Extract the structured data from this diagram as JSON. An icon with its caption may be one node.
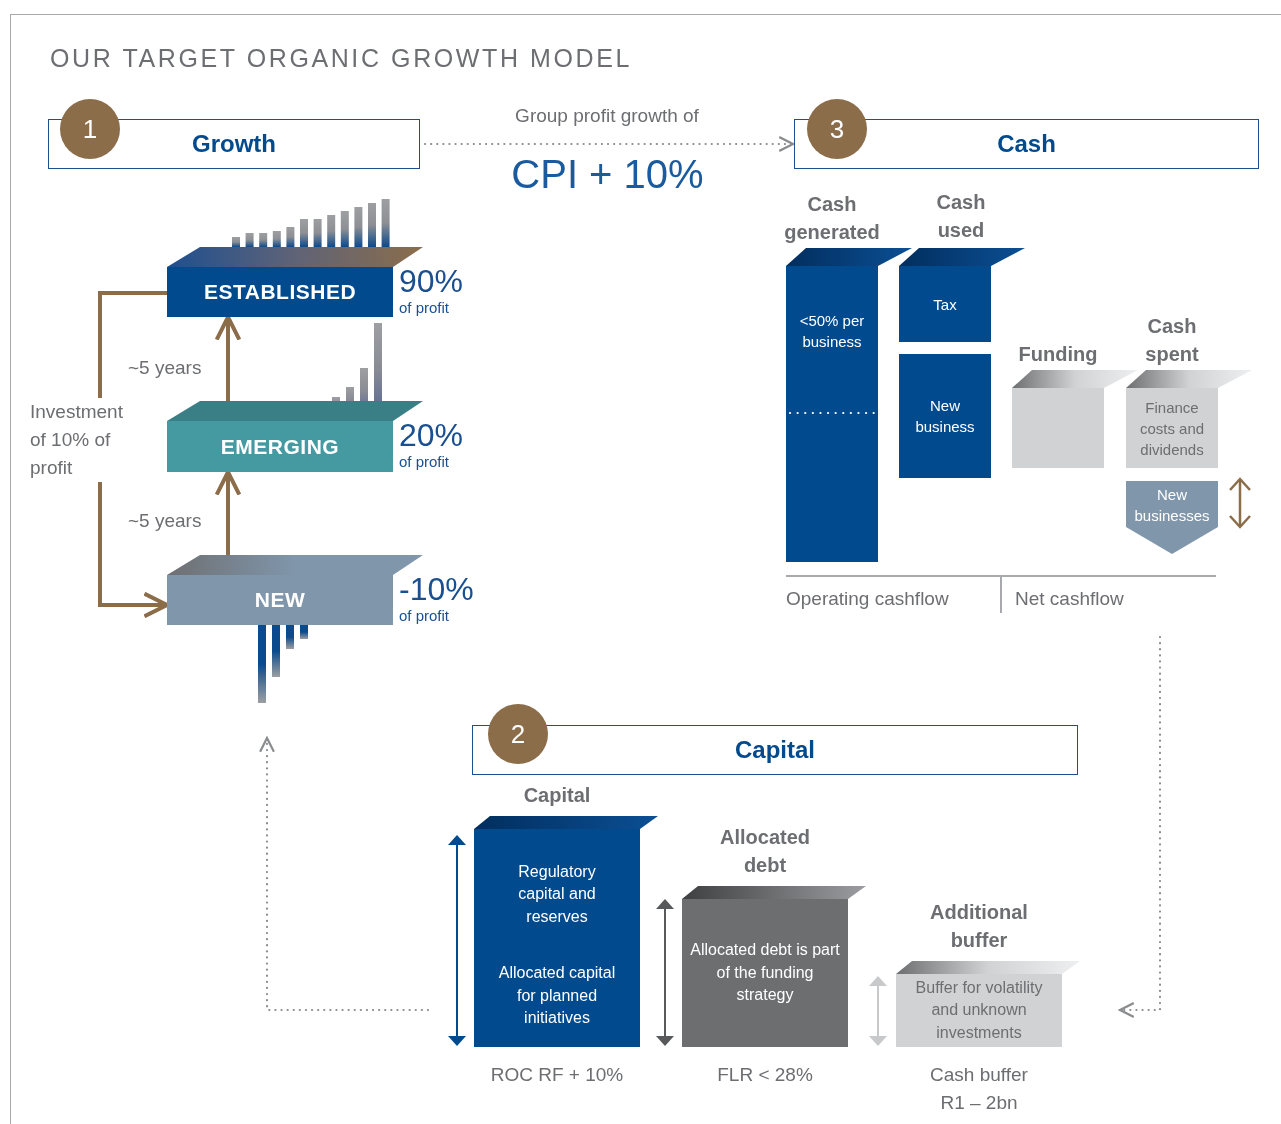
{
  "diagram": {
    "title": "OUR TARGET ORGANIC GROWTH MODEL",
    "nodes": [
      {
        "text": [
          "1"
        ]
      },
      {
        "text": [
          "Growth"
        ]
      },
      {
        "text": [
          "3"
        ]
      },
      {
        "text": [
          "Cash"
        ]
      },
      {
        "text": [
          "ESTABLISHED"
        ],
        "beside": [
          "90%",
          "of profit"
        ]
      },
      {
        "text": [
          "EMERGING"
        ],
        "beside": [
          "20%",
          "of profit"
        ]
      },
      {
        "text": [
          "NEW"
        ],
        "beside": [
          "-10%",
          "of profit"
        ]
      },
      {
        "text": [
          "Cash generated",
          "<50% per business"
        ]
      },
      {
        "text": [
          "Tax"
        ]
      },
      {
        "text": [
          "New business"
        ]
      },
      {
        "text": [
          "Funding"
        ]
      },
      {
        "text": [
          "Cash spent",
          "Finance costs and dividends"
        ]
      },
      {
        "text": [
          "New businesses"
        ]
      },
      {
        "text": [
          "2"
        ]
      },
      {
        "text": [
          "Capital"
        ]
      },
      {
        "text": [
          "Capital",
          "Regulatory capital and reserves",
          "Allocated capital for planned initiatives"
        ],
        "beside": [
          "ROC RF + 10%"
        ]
      },
      {
        "text": [
          "Allocated debt",
          "Allocated debt is part of the funding strategy"
        ],
        "beside": [
          "FLR < 28%"
        ]
      },
      {
        "text": [
          "Additional buffer",
          "Buffer for volatility and unknown investments"
        ],
        "beside": [
          "Cash buffer R1 – 2bn"
        ]
      }
    ],
    "edges": [
      {
        "from": 1,
        "to": 3,
        "arrow": "to",
        "label": "Group profit growth of",
        "style": "dashed"
      },
      {
        "from": 6,
        "to": 5,
        "arrow": "to",
        "label": "~5 years",
        "color": "#8b6d4a"
      },
      {
        "from": 5,
        "to": 4,
        "arrow": "to",
        "label": "~5 years",
        "color": "#8b6d4a"
      },
      {
        "from": 4,
        "to": 6,
        "arrow": "to",
        "label": "Investment of 10% of profit",
        "color": "#8b6d4a"
      },
      {
        "from": 15,
        "to": 6,
        "arrow": "to",
        "style": "dashed"
      },
      {
        "from": null,
        "to": 17,
        "arrow": "to",
        "style": "dashed"
      }
    ],
    "labels": [
      "CPI + 10%",
      "Cash used",
      "Operating cashflow",
      "Net cashflow"
    ]
  }
}
